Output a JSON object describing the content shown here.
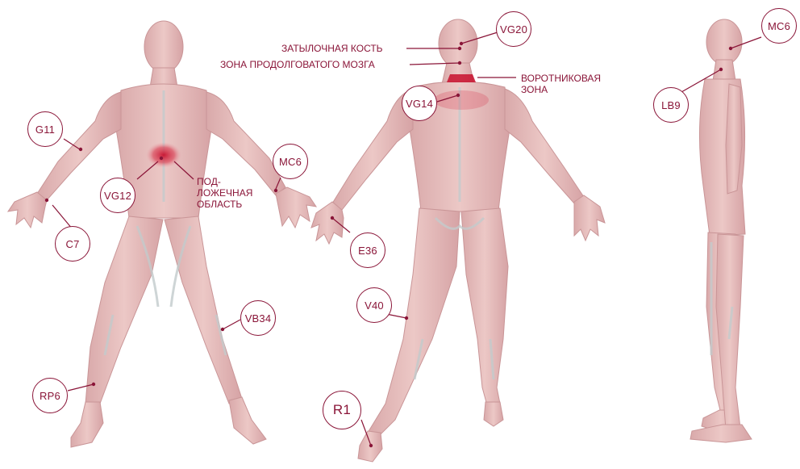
{
  "colors": {
    "accent": "#8a1538",
    "skin": "#e4bcbc",
    "skin_dark": "#c99597",
    "highlight": "#d8344a",
    "tendon": "#c3cbcc"
  },
  "points": {
    "g11": "G11",
    "c7": "C7",
    "vg12": "VG12",
    "mc6_front": "MC6",
    "vb34": "VB34",
    "rp6": "RP6",
    "vg20": "VG20",
    "vg14": "VG14",
    "e36": "E36",
    "v40": "V40",
    "r1": "R1",
    "mc6_side": "MC6",
    "lb9": "LB9"
  },
  "labels": {
    "subcostal": "ПОД-\nЛОЖЕЧНАЯ\nОБЛАСТЬ",
    "occipital": "ЗАТЫЛОЧНАЯ КОСТЬ",
    "medulla": "ЗОНА ПРОДОЛГОВАТОГО МОЗГА",
    "collar": "ВОРОТНИКОВАЯ\nЗОНА"
  }
}
